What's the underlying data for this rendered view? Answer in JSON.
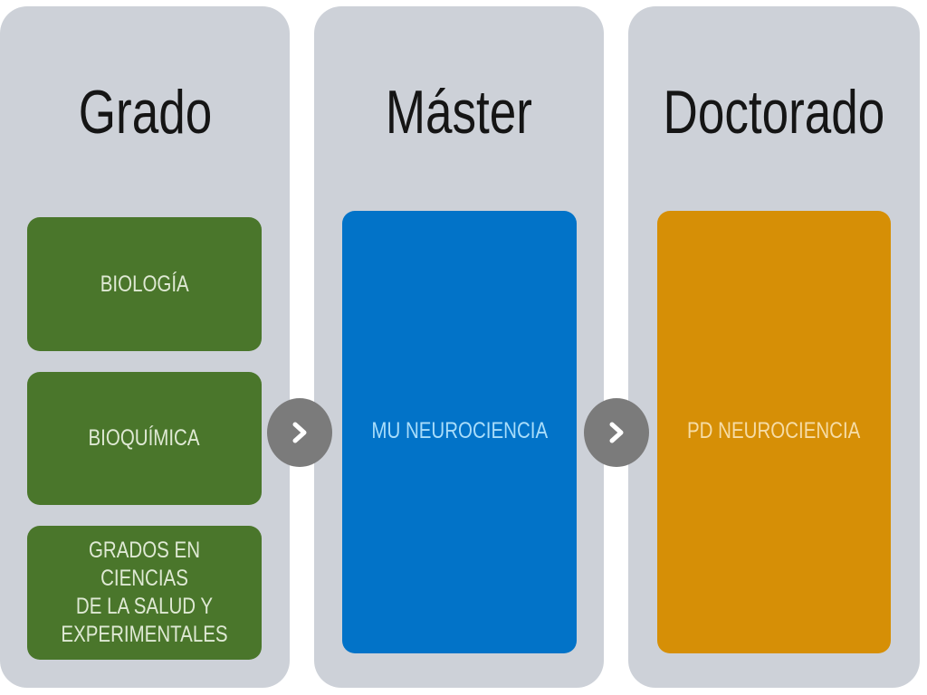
{
  "stages": [
    {
      "title": "Grado",
      "items": [
        "BIOLOGÍA",
        "BIOQUÍMICA",
        "GRADOS EN CIENCIAS\nDE LA SALUD Y\nEXPERIMENTALES"
      ]
    },
    {
      "title": "Máster",
      "items": [
        "MU NEUROCIENCIA"
      ]
    },
    {
      "title": "Doctorado",
      "items": [
        "PD NEUROCIENCIA"
      ]
    }
  ],
  "colors": {
    "panel": "#cdd1d8",
    "grado": "#4a762b",
    "master": "#0273c8",
    "doctorado": "#d68f06",
    "arrow": "#7b7b7b"
  },
  "arrows": [
    "chevron-right-icon",
    "chevron-right-icon"
  ]
}
